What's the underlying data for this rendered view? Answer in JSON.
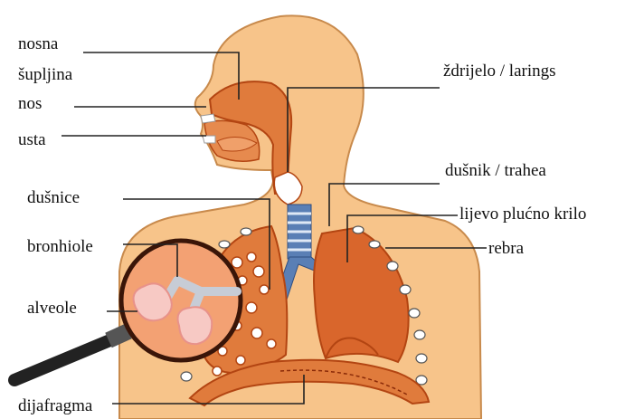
{
  "labels": {
    "nasal_cavity_line1": "nosna",
    "nasal_cavity_line2": "šupljina",
    "nose": "nos",
    "mouth": "usta",
    "bronchi": "dušnice",
    "bronchioles": "bronhiole",
    "alveoli": "alveole",
    "diaphragm": "dijafragma",
    "pharynx_larynx": "ždrijelo / larings",
    "trachea": "dušnik / trahea",
    "left_lung": "lijevo plućno krilo",
    "ribs": "rebra"
  },
  "colors": {
    "skin": "#f7c48a",
    "skin_outline": "#c88a4c",
    "organ": "#e07b3c",
    "organ_dark": "#b34512",
    "lung": "#d9662c",
    "trachea_blue": "#5a7fb5",
    "rib_white": "#ffffff",
    "leader_line": "#222222",
    "magnifier_handle": "#222222"
  }
}
